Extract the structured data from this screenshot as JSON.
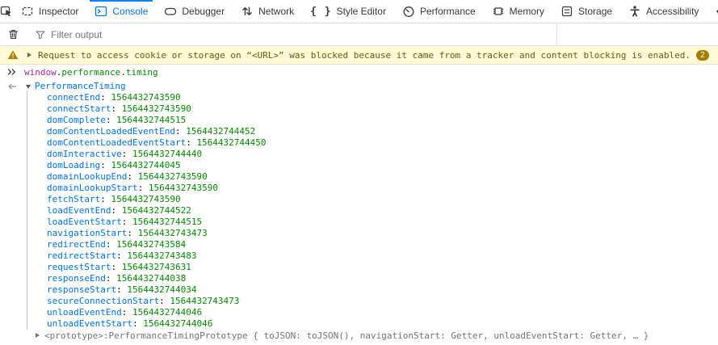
{
  "toolbar": {
    "tabs": [
      {
        "label": "Inspector"
      },
      {
        "label": "Console",
        "active": true
      },
      {
        "label": "Debugger"
      },
      {
        "label": "Network"
      },
      {
        "label": "Style Editor"
      },
      {
        "label": "Performance"
      },
      {
        "label": "Memory"
      },
      {
        "label": "Storage"
      },
      {
        "label": "Accessibility"
      }
    ]
  },
  "filter_bar": {
    "placeholder": "Filter output"
  },
  "console": {
    "warning": {
      "text": "Request to access cookie or storage on “<URL>” was blocked because it came from a tracker and content blocking is enabled.",
      "count": "2"
    },
    "input_echo": {
      "tokens": [
        {
          "text": "window",
          "type": "variable"
        },
        {
          "text": ".",
          "type": "plain"
        },
        {
          "text": "performance",
          "type": "property"
        },
        {
          "text": ".",
          "type": "plain"
        },
        {
          "text": "timing",
          "type": "property"
        }
      ]
    },
    "result": {
      "class_name": "PerformanceTiming",
      "properties": [
        {
          "name": "connectEnd",
          "value": "1564432743590"
        },
        {
          "name": "connectStart",
          "value": "1564432743590"
        },
        {
          "name": "domComplete",
          "value": "1564432744515"
        },
        {
          "name": "domContentLoadedEventEnd",
          "value": "1564432744452"
        },
        {
          "name": "domContentLoadedEventStart",
          "value": "1564432744450"
        },
        {
          "name": "domInteractive",
          "value": "1564432744440"
        },
        {
          "name": "domLoading",
          "value": "1564432744045"
        },
        {
          "name": "domainLookupEnd",
          "value": "1564432743590"
        },
        {
          "name": "domainLookupStart",
          "value": "1564432743590"
        },
        {
          "name": "fetchStart",
          "value": "1564432743590"
        },
        {
          "name": "loadEventEnd",
          "value": "1564432744522"
        },
        {
          "name": "loadEventStart",
          "value": "1564432744515"
        },
        {
          "name": "navigationStart",
          "value": "1564432743473"
        },
        {
          "name": "redirectEnd",
          "value": "1564432743584"
        },
        {
          "name": "redirectStart",
          "value": "1564432743483"
        },
        {
          "name": "requestStart",
          "value": "1564432743631"
        },
        {
          "name": "responseEnd",
          "value": "1564432744038"
        },
        {
          "name": "responseStart",
          "value": "1564432744034"
        },
        {
          "name": "secureConnectionStart",
          "value": "1564432743473"
        },
        {
          "name": "unloadEventEnd",
          "value": "1564432744046"
        },
        {
          "name": "unloadEventStart",
          "value": "1564432744046"
        }
      ],
      "prototype": {
        "label": "<prototype>: ",
        "preview": "PerformanceTimingPrototype { toJSON: toJSON(), navigationStart: Getter, unloadEventStart: Getter, … }"
      }
    }
  },
  "colors": {
    "accent_blue": "#0074e8",
    "value_green": "#058b00",
    "variable_purple": "#a626a4",
    "warning_bg": "#fffbd6",
    "warning_text": "#6c5914",
    "warning_badge": "#a47f00",
    "muted_gray": "#737373"
  }
}
